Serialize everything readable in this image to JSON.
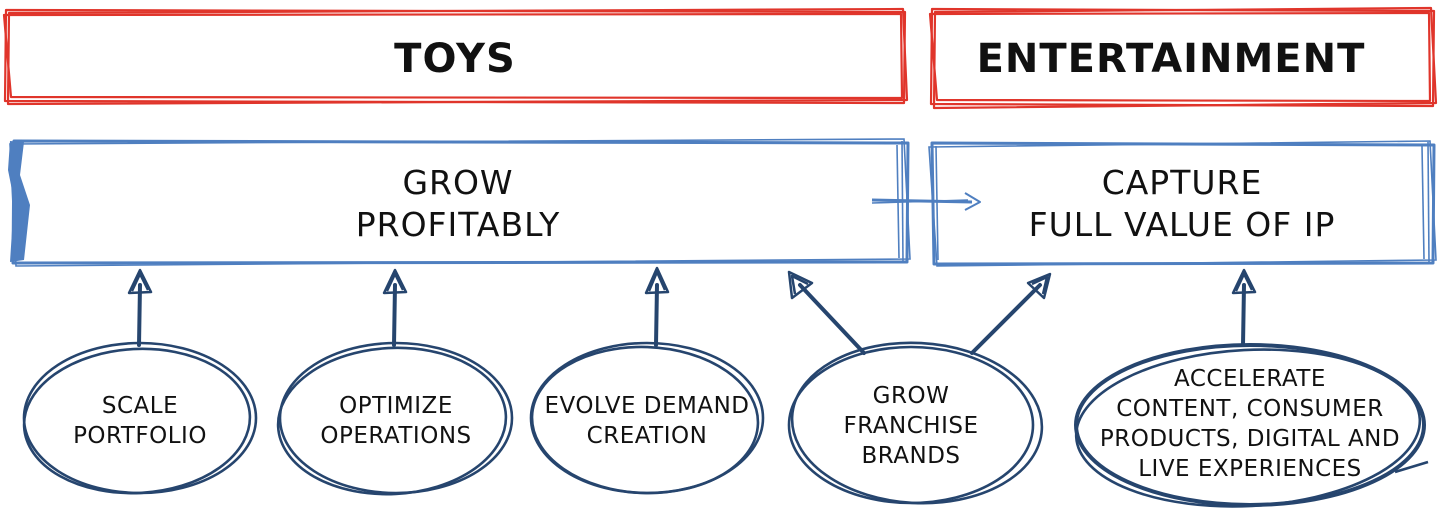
{
  "segments": [
    {
      "header": "TOYS",
      "strategy": [
        "GROW",
        "PROFITABLY"
      ]
    },
    {
      "header": "ENTERTAINMENT",
      "strategy": [
        "CAPTURE",
        "FULL VALUE OF IP"
      ]
    }
  ],
  "pillars": [
    {
      "lines": [
        "SCALE",
        "PORTFOLIO"
      ]
    },
    {
      "lines": [
        "OPTIMIZE",
        "OPERATIONS"
      ]
    },
    {
      "lines": [
        "EVOLVE DEMAND",
        "CREATION"
      ]
    },
    {
      "lines": [
        "GROW",
        "FRANCHISE",
        "BRANDS"
      ]
    },
    {
      "lines": [
        "ACCELERATE",
        "CONTENT, CONSUMER",
        "PRODUCTS, DIGITAL AND",
        "LIVE EXPERIENCES"
      ]
    }
  ],
  "colors": {
    "segment_outline": "#e0352b",
    "strategy_outline": "#4f7fc0",
    "pillar_outline": "#26456e",
    "text": "#111111"
  }
}
